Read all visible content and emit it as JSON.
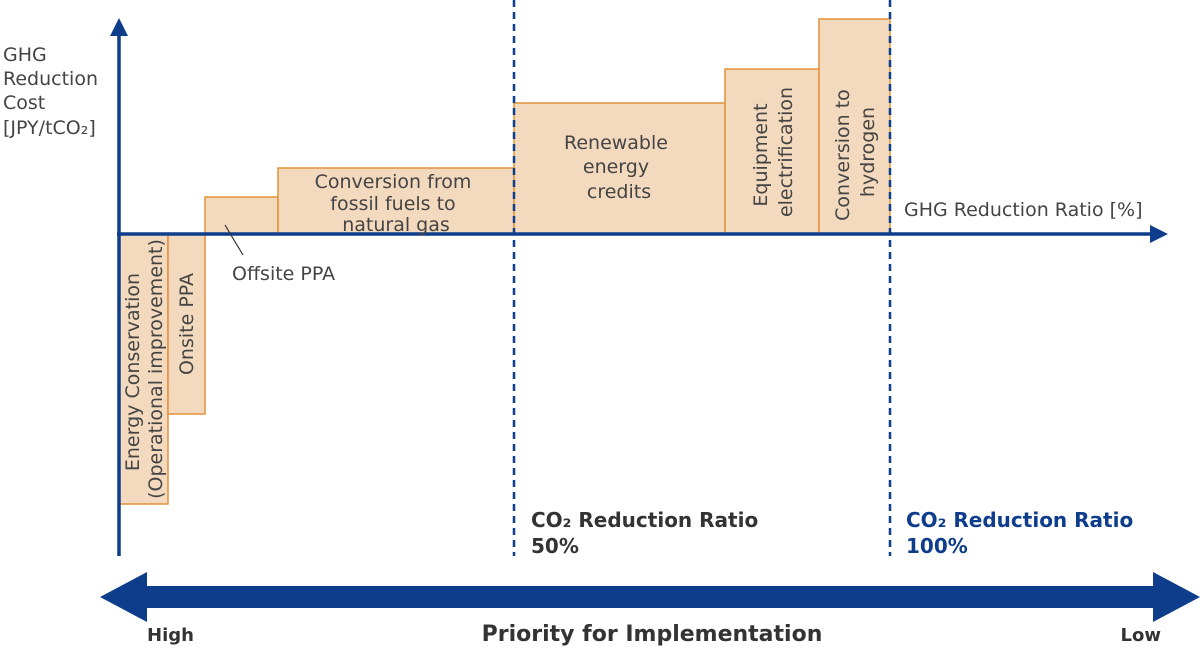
{
  "y_axis_label": [
    "GHG",
    "Reduction",
    "Cost",
    "[JPY/tCO₂]"
  ],
  "x_axis_label": "GHG Reduction Ratio [%]",
  "measures": [
    {
      "id": "energy-conservation",
      "label": [
        "Energy Conservation",
        "(Operational improvement)"
      ],
      "orientation": "vertical",
      "cost_sign": "negative"
    },
    {
      "id": "onsite-ppa",
      "label": [
        "Onsite PPA"
      ],
      "orientation": "vertical",
      "cost_sign": "negative"
    },
    {
      "id": "offsite-ppa",
      "label": [
        "Offsite PPA"
      ],
      "orientation": "callout",
      "cost_sign": "positive"
    },
    {
      "id": "fossil-to-gas",
      "label": [
        "Conversion from",
        "fossil fuels to",
        "natural gas"
      ],
      "orientation": "horizontal",
      "cost_sign": "positive"
    },
    {
      "id": "renewable-credits",
      "label": [
        "Renewable",
        "energy",
        "credits"
      ],
      "orientation": "horizontal",
      "cost_sign": "positive"
    },
    {
      "id": "electrification",
      "label": [
        "Equipment",
        "electrification"
      ],
      "orientation": "vertical",
      "cost_sign": "positive"
    },
    {
      "id": "hydrogen",
      "label": [
        "Conversion to",
        "hydrogen"
      ],
      "orientation": "vertical",
      "cost_sign": "positive"
    }
  ],
  "milestones": [
    {
      "id": "50",
      "label": [
        "CO₂ Reduction Ratio",
        "50%"
      ],
      "color": "#333333"
    },
    {
      "id": "100",
      "label": [
        "CO₂ Reduction Ratio",
        "100%"
      ],
      "color": "#0e3d8c"
    }
  ],
  "priority": {
    "title": "Priority for Implementation",
    "high": "High",
    "low": "Low"
  },
  "colors": {
    "axis": "#0e3d8c",
    "block_fill": "#f3d9bd",
    "block_stroke": "#e3913a",
    "text": "#444444"
  }
}
